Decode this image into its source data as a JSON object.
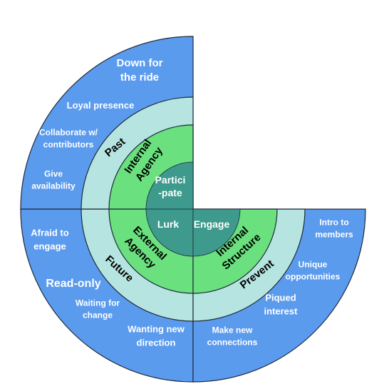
{
  "colors": {
    "outer": "#5b9bee",
    "second": "#b6e5e1",
    "third": "#6ae07e",
    "core": "#3d9a8c",
    "stroke": "#1e2a3a",
    "light_text": "#ffffff",
    "dark_text": "#000000"
  },
  "core": {
    "participate": "Partici\n-pate",
    "lurk": "Lurk",
    "engage": "Engage"
  },
  "inner_ring": {
    "internal_agency": "Internal\nAgency",
    "external_agency": "External\nAgency",
    "internal_structure": "Internal\nStructure"
  },
  "middle_ring": {
    "past": "Past",
    "future": "Future",
    "prevent": "Prevent"
  },
  "outer_ring": {
    "down_for_the_ride": "Down for\nthe ride",
    "loyal_presence": "Loyal presence",
    "collaborate": "Collaborate w/\ncontributors",
    "give_availability": "Give\navailability",
    "afraid_to_engage": "Afraid to\nengage",
    "read_only": "Read-only",
    "waiting_for_change": "Waiting for\nchange",
    "wanting_new_direction": "Wanting new\ndirection",
    "intro_to_members": "Intro to\nmembers",
    "unique_opportunities": "Unique\nopportunities",
    "piqued_interest": "Piqued\ninterest",
    "make_new_connections": "Make new\nconnections"
  }
}
